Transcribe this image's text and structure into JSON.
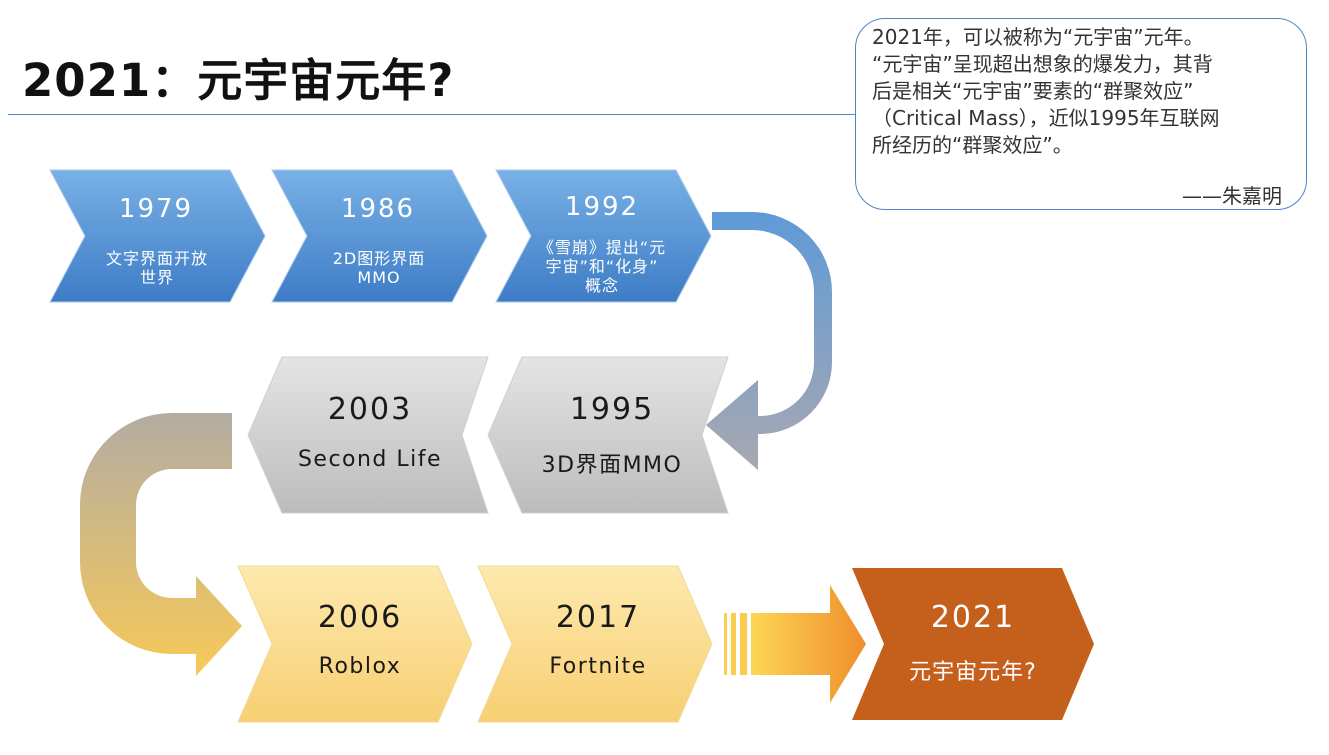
{
  "title": "2021：元宇宙元年?",
  "quote": {
    "lines": [
      "2021年，可以被称为“元宇宙”元年。",
      "“元宇宙”呈现超出想象的爆发力，其背",
      "后是相关“元宇宙”要素的“群聚效应”",
      "（Critical Mass），近似1995年互联网",
      "所经历的“群聚效应”。"
    ],
    "author": "——朱嘉明"
  },
  "milestones": [
    {
      "year": "1979",
      "lines": [
        "文字界面开放",
        "世界"
      ]
    },
    {
      "year": "1986",
      "lines": [
        "2D图形界面",
        "MMO"
      ]
    },
    {
      "year": "1992",
      "lines": [
        "《雪崩》提出“元",
        "宇宙”和“化身”",
        "概念"
      ]
    },
    {
      "year": "1995",
      "lines": [
        "3D界面MMO"
      ]
    },
    {
      "year": "2003",
      "lines": [
        "Second Life"
      ]
    },
    {
      "year": "2006",
      "lines": [
        "Roblox"
      ]
    },
    {
      "year": "2017",
      "lines": [
        "Fortnite"
      ]
    },
    {
      "year": "2021",
      "lines": [
        "元宇宙元年?"
      ]
    }
  ],
  "colors": {
    "blue_light": "#6fa8e0",
    "blue_dark": "#3f7fc8",
    "gray_light": "#dcdcdc",
    "gray_dark": "#bdbdbd",
    "yellow_light": "#fde6a6",
    "yellow_dark": "#f9d27a",
    "orange": "#c45f1c",
    "accent_rule": "#4e86c4"
  }
}
